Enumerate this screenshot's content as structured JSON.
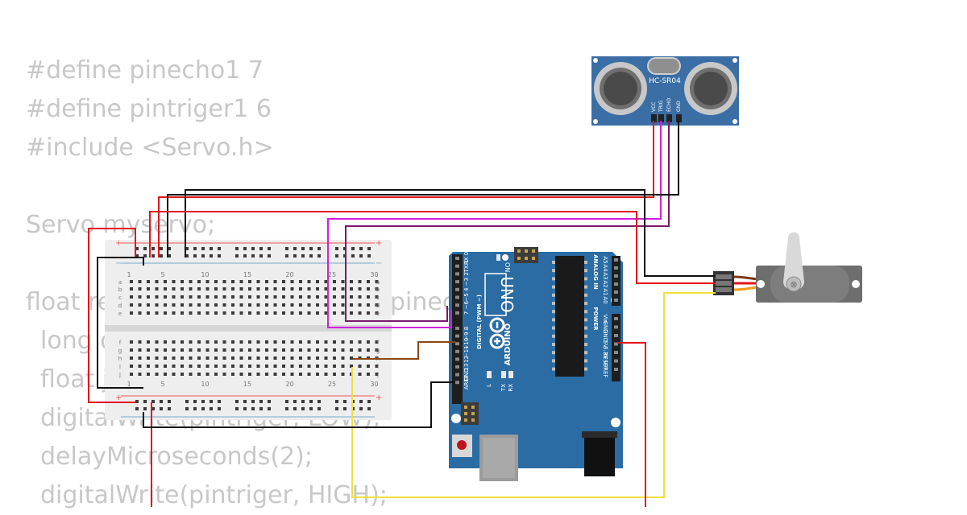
{
  "code_lines": [
    "#define pinecho1 7",
    "#define pintriger1 6",
    "#include <Servo.h>",
    "",
    "Servo myservo;",
    "",
    "float re",
    "  long d",
    "  float j",
    "  digitalWrite(pintriger, LOW);",
    "  delayMicroseconds(2);",
    "  digitalWrite(pintriger, HIGH);"
  ],
  "code_fragment": "pinec",
  "sensor": {
    "label": "HC-SR04",
    "pins": [
      "VCC",
      "TRIG",
      "ECHO",
      "GND"
    ]
  },
  "arduino": {
    "brand": "ARDUINO",
    "model": "UNO",
    "digital_label": "DIGITAL (PWM ~)",
    "on_label": "ON",
    "analog_label": "ANALOG IN",
    "power_label": "POWER",
    "digital_pins": [
      "RX 0",
      "TX 1",
      "2",
      "~3",
      "4",
      "~5",
      "~6",
      "7",
      "8",
      "~9",
      "~10",
      "~11",
      "12",
      "13",
      "GND",
      "AREF"
    ],
    "analog_pins": [
      "A5",
      "A4",
      "A3",
      "A2",
      "A1",
      "A0"
    ],
    "power_pins": [
      "Vin",
      "GND",
      "GND",
      "5V",
      "3.3V",
      "RESET",
      "IOREF"
    ],
    "led_labels": [
      "L",
      "TX",
      "RX"
    ]
  },
  "breadboard": {
    "column_numbers": [
      "1",
      "5",
      "10",
      "15",
      "20",
      "25",
      "30"
    ],
    "rows_top": [
      "a",
      "b",
      "c",
      "d",
      "e"
    ],
    "rows_bottom": [
      "f",
      "g",
      "h",
      "i",
      "j"
    ],
    "plus_label": "+",
    "minus_label": "−"
  },
  "colors": {
    "red_wire": "#e0161b",
    "black_wire": "#111111",
    "magenta_wire": "#d21ee0",
    "purple_wire": "#7a1a6e",
    "brown_wire": "#8b4513",
    "yellow_wire": "#f0e03c",
    "arduino_blue": "#2a6ca3",
    "sensor_blue": "#3a6ea5"
  }
}
